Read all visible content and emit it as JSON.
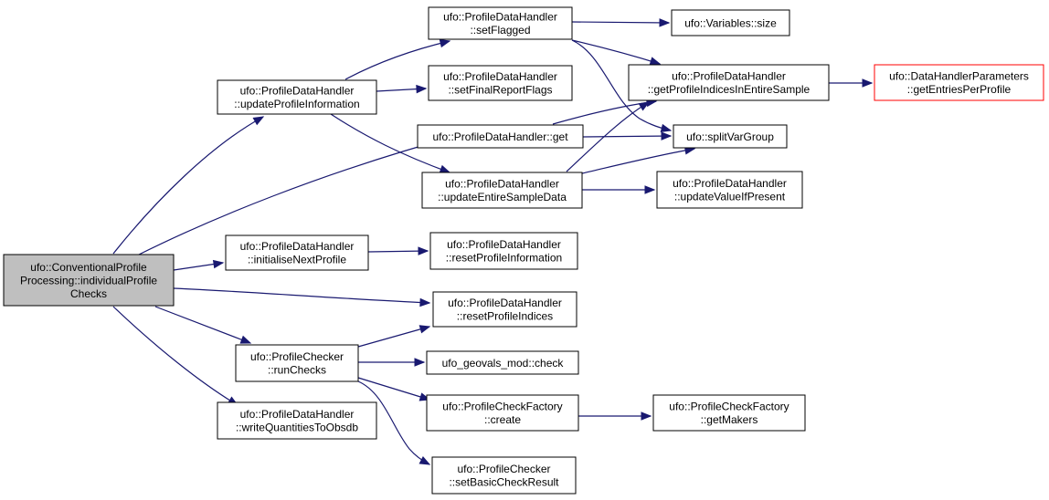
{
  "colors": {
    "node_border": "#000000",
    "node_fill": "#ffffff",
    "root_fill": "#bfbfbf",
    "missing_border": "#ff0000",
    "edge": "#191970"
  },
  "nodes": {
    "root": [
      "ufo::ConventionalProfile",
      "Processing::individualProfile",
      "Checks"
    ],
    "setFlagged": [
      "ufo::ProfileDataHandler",
      "::setFlagged"
    ],
    "varsSize": [
      "ufo::Variables::size"
    ],
    "updateProfileInformation": [
      "ufo::ProfileDataHandler",
      "::updateProfileInformation"
    ],
    "setFinalReportFlags": [
      "ufo::ProfileDataHandler",
      "::setFinalReportFlags"
    ],
    "getProfileIndices": [
      "ufo::ProfileDataHandler",
      "::getProfileIndicesInEntireSample"
    ],
    "getEntriesPerProfile": [
      "ufo::DataHandlerParameters",
      "::getEntriesPerProfile"
    ],
    "get": [
      "ufo::ProfileDataHandler::get"
    ],
    "splitVarGroup": [
      "ufo::splitVarGroup"
    ],
    "updateEntireSampleData": [
      "ufo::ProfileDataHandler",
      "::updateEntireSampleData"
    ],
    "updateValueIfPresent": [
      "ufo::ProfileDataHandler",
      "::updateValueIfPresent"
    ],
    "initialiseNextProfile": [
      "ufo::ProfileDataHandler",
      "::initialiseNextProfile"
    ],
    "resetProfileInformation": [
      "ufo::ProfileDataHandler",
      "::resetProfileInformation"
    ],
    "resetProfileIndices": [
      "ufo::ProfileDataHandler",
      "::resetProfileIndices"
    ],
    "runChecks": [
      "ufo::ProfileChecker",
      "::runChecks"
    ],
    "geovalsCheck": [
      "ufo_geovals_mod::check"
    ],
    "factoryCreate": [
      "ufo::ProfileCheckFactory",
      "::create"
    ],
    "getMakers": [
      "ufo::ProfileCheckFactory",
      "::getMakers"
    ],
    "writeQuantities": [
      "ufo::ProfileDataHandler",
      "::writeQuantitiesToObsdb"
    ],
    "setBasicCheckResult": [
      "ufo::ProfileChecker",
      "::setBasicCheckResult"
    ]
  }
}
